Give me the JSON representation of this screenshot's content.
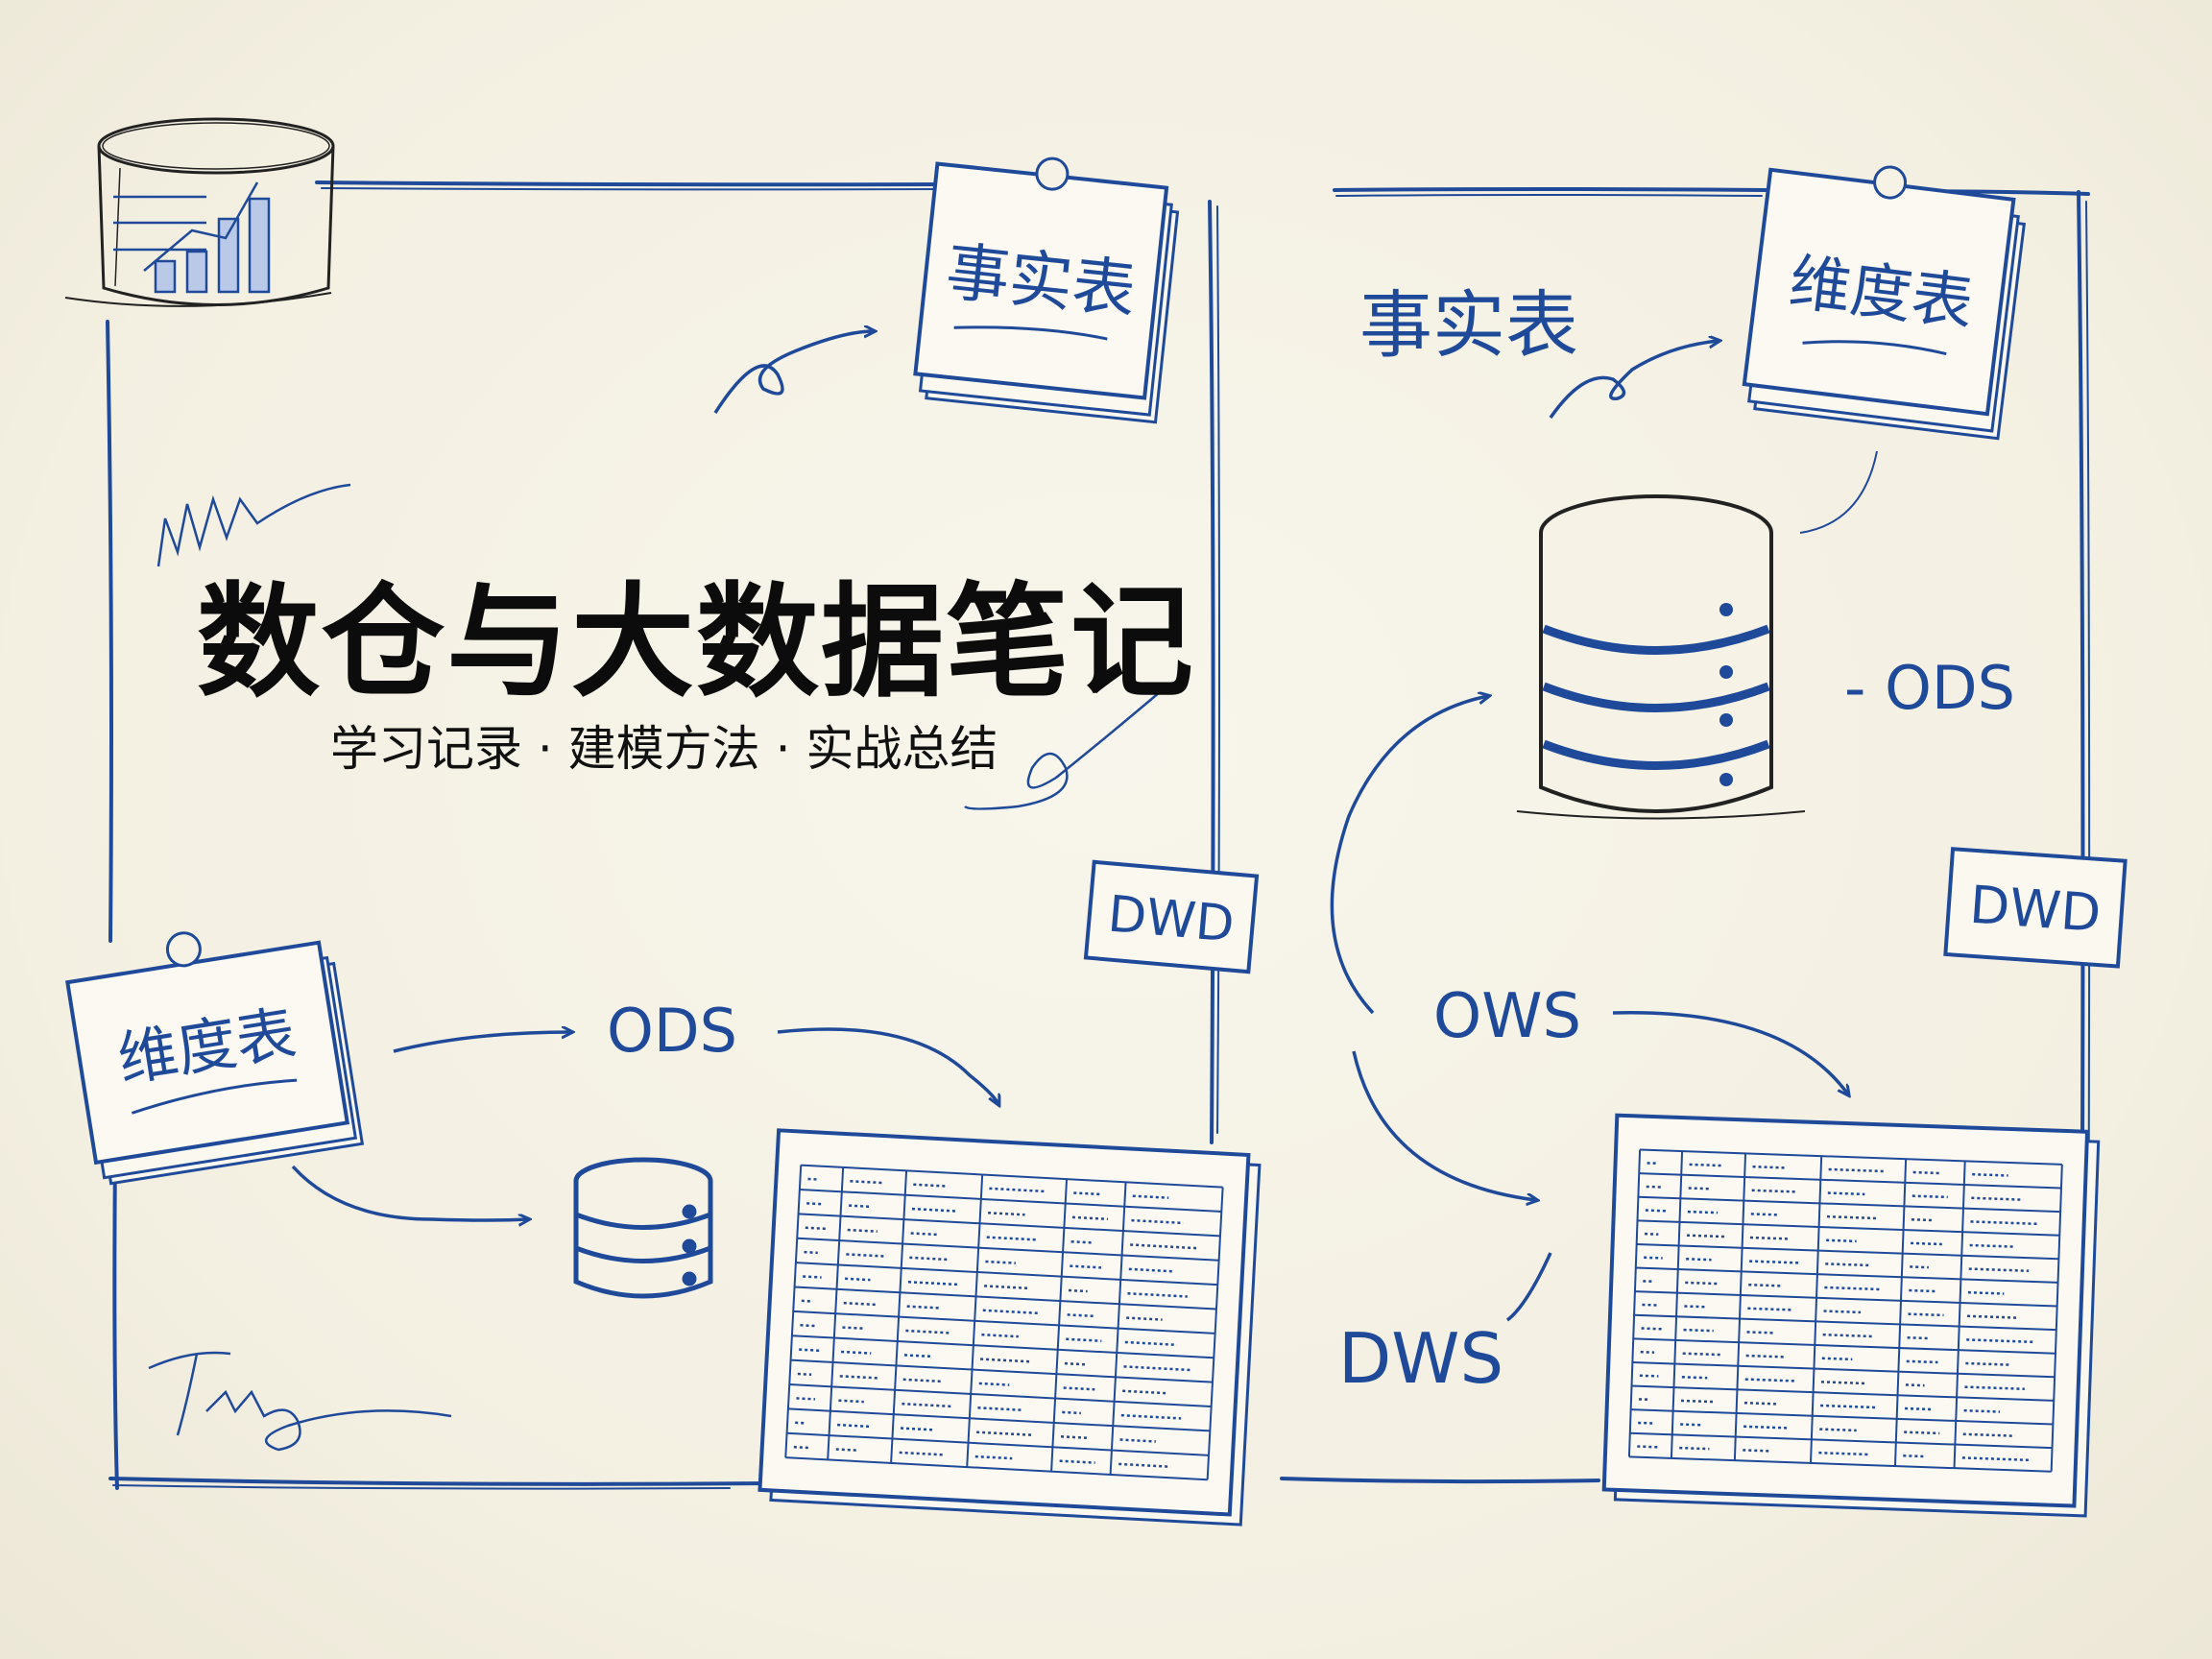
{
  "title": "数仓与大数据笔记",
  "subtitle": "学习记录 · 建模方法 · 实战总结",
  "left_panel": {
    "fact_note": "事实表",
    "dim_note": "维度表",
    "dwd_tag": "DWD",
    "ods_label": "ODS"
  },
  "right_panel": {
    "fact_label": "事实表",
    "dim_note": "维度表",
    "ods_label": "- ODS",
    "dwd_tag": "DWD",
    "ows_label": "OWS",
    "dws_label": "DWS"
  },
  "colors": {
    "ink": "#1f4a99",
    "paper": "#f6f3e6",
    "title": "#0c0c0c"
  }
}
